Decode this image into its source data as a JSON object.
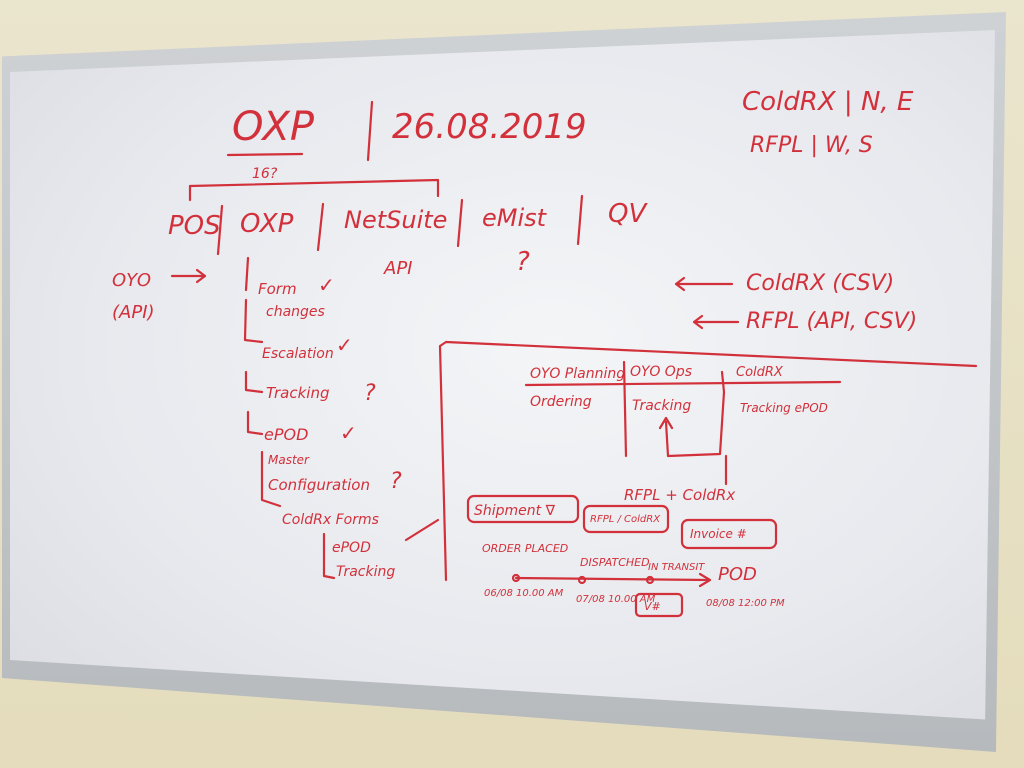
{
  "colors": {
    "ink": "#d2313b",
    "board": "#eef0f3",
    "frame": "#c4c7ca",
    "wall": "#e7e0c4"
  },
  "header": {
    "title": "OXP",
    "date": "26.08.2019",
    "sub": "16?"
  },
  "top_right": {
    "line1": "ColdRX | N, E",
    "line2": "RFPL | W, S"
  },
  "systems": [
    "POS",
    "OXP",
    "NetSuite",
    "eMist",
    "QV"
  ],
  "left_note": {
    "line1": "OYO",
    "line2": "(API)"
  },
  "api_label": "API",
  "question": "?",
  "features": [
    {
      "label": "Form",
      "mark": "✓"
    },
    {
      "label": "changes",
      "mark": ""
    },
    {
      "label": "Escalation",
      "mark": "✓"
    },
    {
      "label": "Tracking",
      "mark": "?"
    },
    {
      "label": "ePOD",
      "mark": "✓"
    },
    {
      "label": "Master",
      "mark": ""
    },
    {
      "label": "Configuration",
      "mark": "?"
    },
    {
      "label": "ColdRx Forms",
      "mark": ""
    },
    {
      "label": "ePOD",
      "mark": ""
    },
    {
      "label": "Tracking",
      "mark": ""
    }
  ],
  "right_inputs": {
    "line1": "ColdRX (CSV)",
    "line2": "RFPL (API, CSV)"
  },
  "flow": {
    "col1_top": "OYO Planning",
    "col1_bottom": "Ordering",
    "col2_top": "OYO Ops",
    "col2_bottom": "Tracking",
    "col3_top": "ColdRX",
    "col3_bottom": "Tracking ePOD",
    "rfpl_coldrx": "RFPL + ColdRx",
    "box1": "Shipment ∇",
    "box2": "RFPL / ColdRX",
    "box3": "Invoice #",
    "steps": [
      {
        "label": "ORDER PLACED",
        "date": "06/08 10.00 AM"
      },
      {
        "label": "DISPATCHED",
        "date": "07/08 10.00 AM"
      },
      {
        "label": "IN TRANSIT",
        "date": "V#"
      },
      {
        "label": "POD",
        "date": "08/08 12:00 PM"
      }
    ]
  }
}
